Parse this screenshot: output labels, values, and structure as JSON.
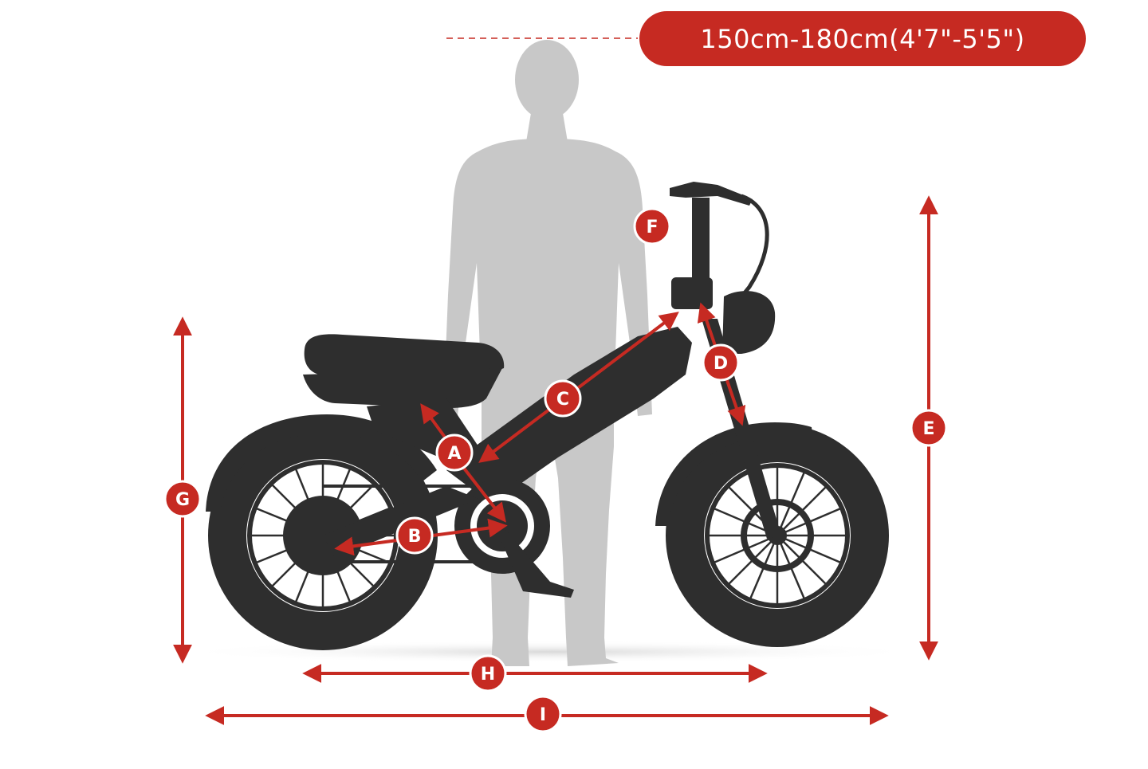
{
  "height_range_label": "150cm-180cm(4'7\"-5'5\")",
  "colors": {
    "accent_red": "#c62a22",
    "silhouette_gray": "#c8c8c8",
    "bike_dark": "#2e2e2e"
  },
  "dimension_labels": {
    "A": "A",
    "B": "B",
    "C": "C",
    "D": "D",
    "E": "E",
    "F": "F",
    "G": "G",
    "H": "H",
    "I": "I"
  }
}
